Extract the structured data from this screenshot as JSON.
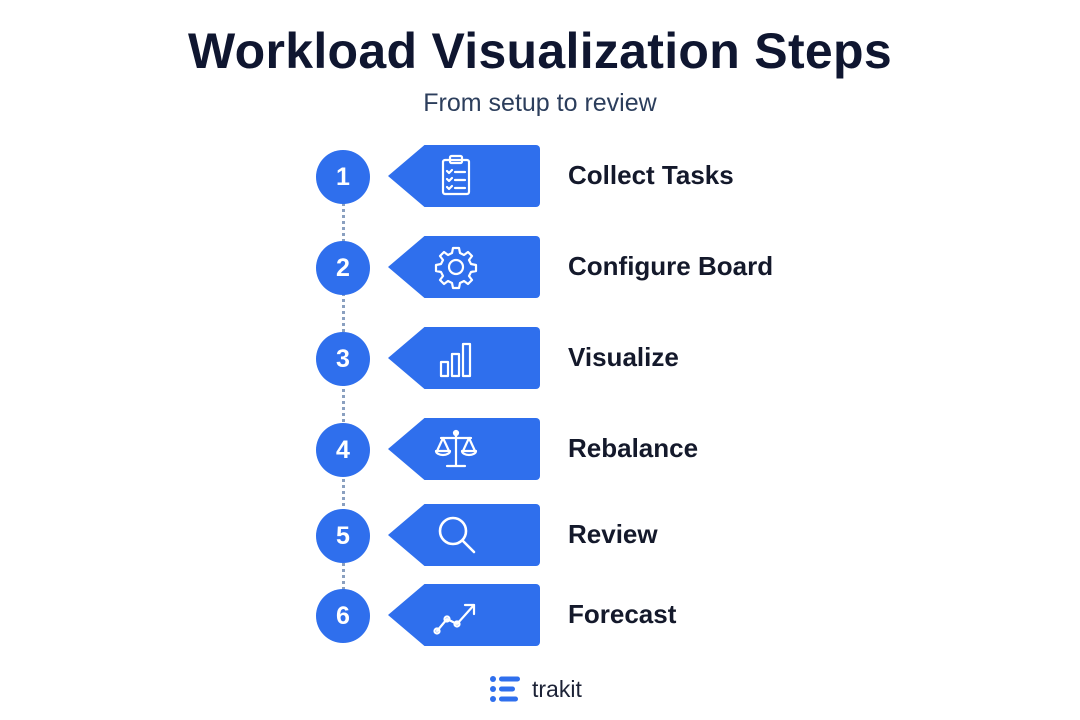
{
  "title": "Workload Visualization Steps",
  "subtitle": "From setup to review",
  "steps": [
    {
      "number": "1",
      "label": "Collect Tasks",
      "icon": "clipboard-icon"
    },
    {
      "number": "2",
      "label": "Configure Board",
      "icon": "gear-icon"
    },
    {
      "number": "3",
      "label": "Visualize",
      "icon": "bar-chart-icon"
    },
    {
      "number": "4",
      "label": "Rebalance",
      "icon": "scales-icon"
    },
    {
      "number": "5",
      "label": "Review",
      "icon": "magnifier-icon"
    },
    {
      "number": "6",
      "label": "Forecast",
      "icon": "trend-line-icon"
    }
  ],
  "brand": {
    "name": "trakit",
    "icon": "list-logo-icon"
  },
  "colors": {
    "accent": "#2f6fed",
    "text": "#0f1630",
    "connector": "#8aa0c0"
  }
}
